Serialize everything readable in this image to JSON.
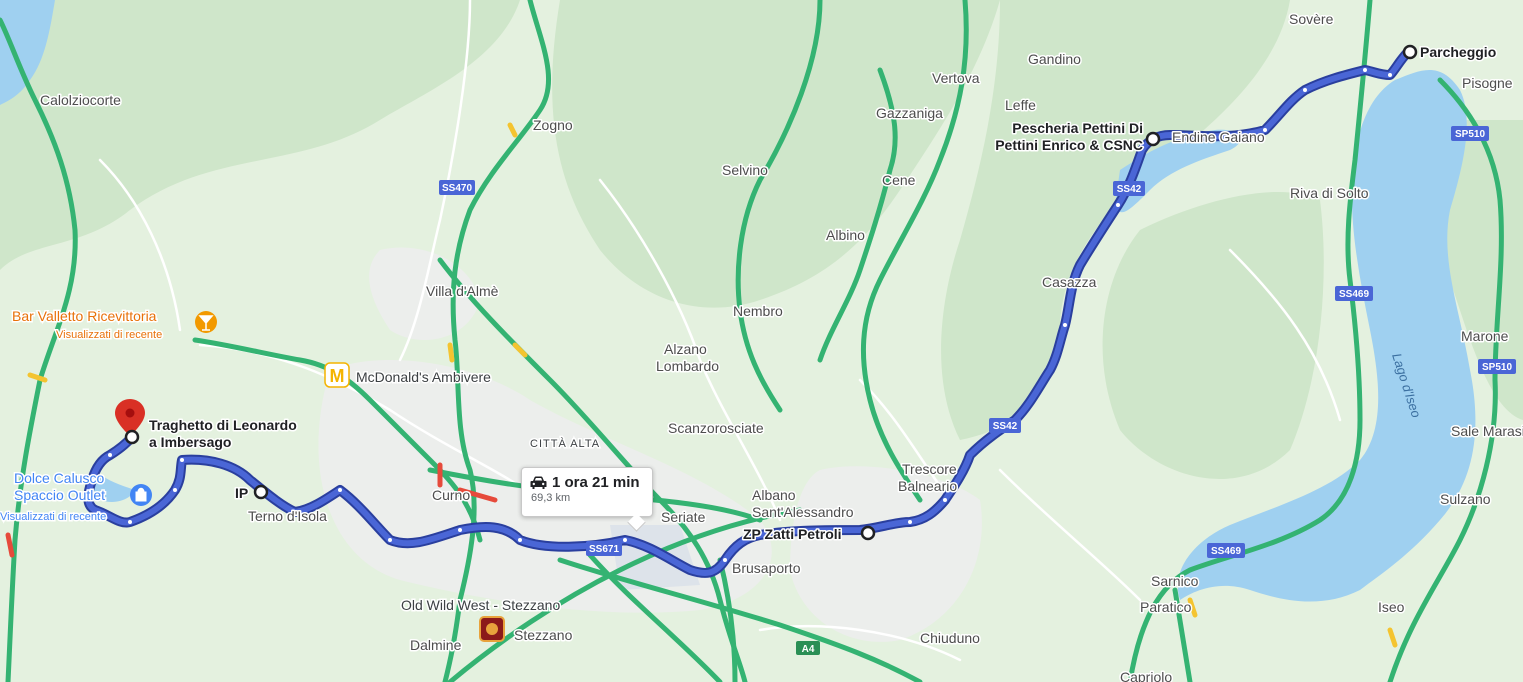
{
  "map": {
    "route_summary": {
      "duration": "1 ora 21 min",
      "distance": "69,3 km",
      "icon": "car-icon"
    },
    "places": {
      "calolziocorte": "Calolziocorte",
      "zogno": "Zogno",
      "selvino": "Selvino",
      "vertova": "Vertova",
      "gandino": "Gandino",
      "sovere": "Sovère",
      "pisogne": "Pisogne",
      "leffe": "Leffe",
      "gazzaniga": "Gazzaniga",
      "cene": "Cene",
      "albino": "Albino",
      "villa_dalme": "Villa d'Almè",
      "nembro": "Nembro",
      "alzano1": "Alzano",
      "alzano2": "Lombardo",
      "scanzorosciate": "Scanzorosciate",
      "citta_alta": "CITTÀ ALTA",
      "curno": "Curno",
      "terno": "Terno d'Isola",
      "seriate": "Seriate",
      "albano1": "Albano",
      "albano2": "Sant'Alessandro",
      "brusaporto": "Brusaporto",
      "trescore1": "Trescore",
      "trescore2": "Balneario",
      "casazza": "Casazza",
      "endine": "Endine Gaiano",
      "riva": "Riva di Solto",
      "marone": "Marone",
      "sale": "Sale Marasino",
      "sulzano": "Sulzano",
      "sarnico": "Sarnico",
      "paratico": "Paratico",
      "iseo": "Iseo",
      "chiuduno": "Chiuduno",
      "dalmine": "Dalmine",
      "stezzano": "Stezzano",
      "capriolo": "Capriolo",
      "lake": "Lago d'Iseo"
    },
    "pois": {
      "bar_name": "Bar Valletto Ricevittoria",
      "bar_sub": "Visualizzati di recente",
      "mcdonalds": "McDonald's Ambivere",
      "dolce1": "Dolce Calusco",
      "dolce2": "Spaccio Outlet",
      "dolce_sub": "Visualizzati di recente",
      "old_wild_west": "Old Wild West - Stezzano"
    },
    "waypoints": {
      "traghetto1": "Traghetto di Leonardo",
      "traghetto2": "a Imbersago",
      "ip": "IP",
      "zp": "ZP Zatti Petroli",
      "pescheria1": "Pescheria Pettini Di",
      "pescheria2": "Pettini Enrico & CSNC",
      "parcheggio": "Parcheggio"
    },
    "road_shields": {
      "ss470": "SS470",
      "ss671": "SS671",
      "ss42a": "SS42",
      "ss42b": "SS42",
      "ss469a": "SS469",
      "ss469b": "SS469",
      "sp510a": "SP510",
      "sp510b": "SP510",
      "a4": "A4"
    },
    "colors": {
      "route": "#3b55c4",
      "route_outline": "#2a3f9e",
      "highway": "#2db36b",
      "water": "#9fd0f0",
      "land": "#d6ecd4",
      "destination_pin": "#d93025"
    }
  }
}
